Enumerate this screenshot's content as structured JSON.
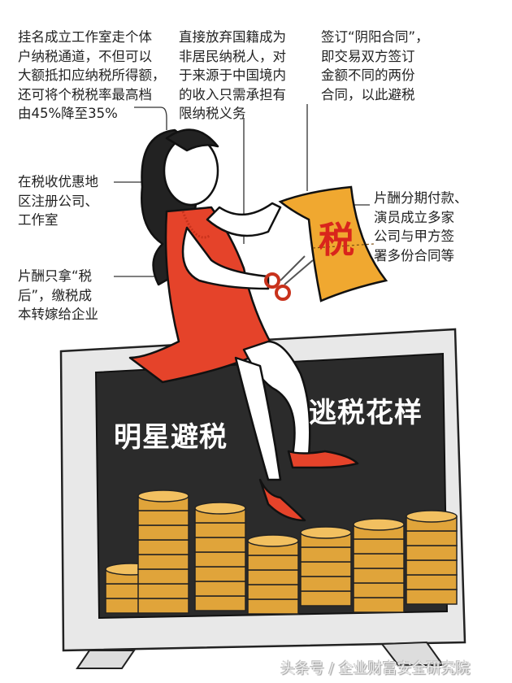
{
  "notes": {
    "top_left": "挂名成立工作室走个体\n户纳税通道，不但可以\n大额抵扣应纳税所得额，\n还可将个税税率最高档\n由45%降至35%",
    "top_middle": "直接放弃国籍成为\n非居民纳税人，对\n于来源于中国境内\n的收入只需承担有\n限纳税义务",
    "top_right": "签订“阴阳合同”，\n即交易双方签订\n金额不同的两份\n合同，以此避税",
    "mid_left": "在税收优惠地\n区注册公司、\n工作室",
    "lower_left": "片酬只拿“税\n后”，缴税成\n本转嫁给企业",
    "mid_right": "片酬分期付款、\n演员成立多家\n公司与甲方签\n署多份合同等"
  },
  "paper_char": "税",
  "screen": {
    "left_title": "明星避税",
    "right_title": "逃税花样"
  },
  "watermark": "头条号 / 企业财富安全研究院",
  "colors": {
    "dress": "#e5432a",
    "paper": "#f0a830",
    "tax_char": "#d9251c",
    "screen": "#2b2b2b",
    "coin": "#e0a43a"
  }
}
